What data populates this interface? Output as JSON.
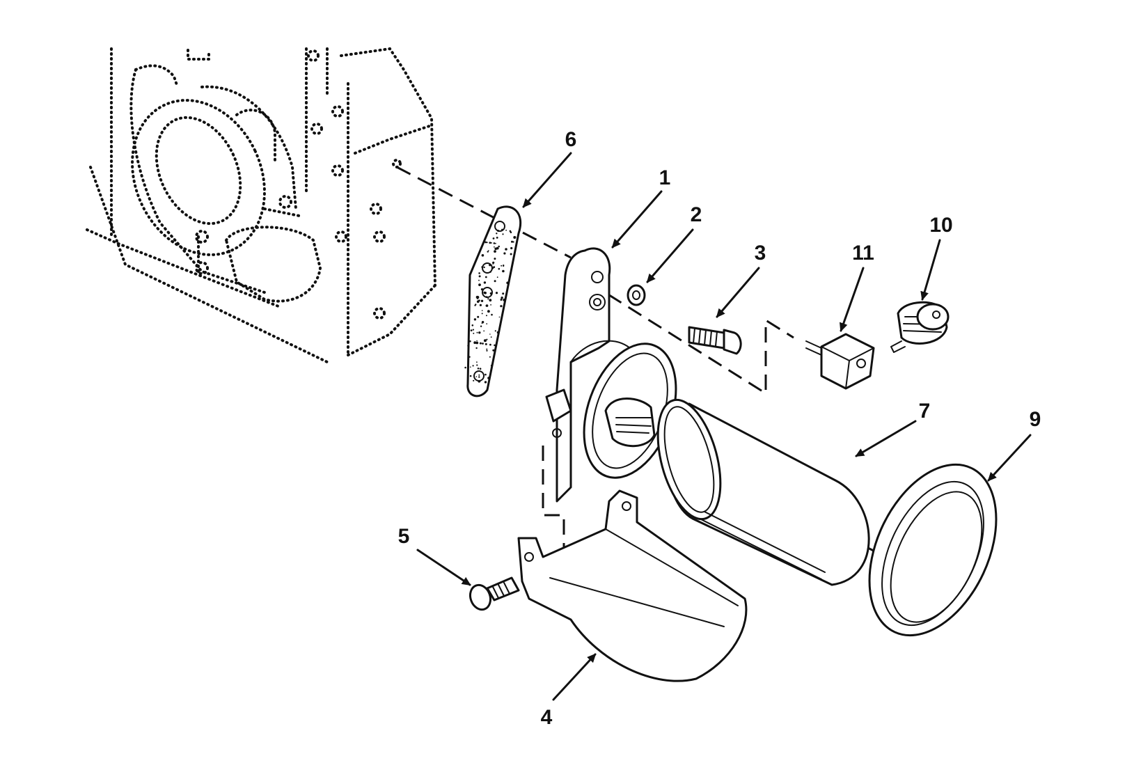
{
  "callouts": [
    {
      "id": "1",
      "label": "1"
    },
    {
      "id": "2",
      "label": "2"
    },
    {
      "id": "3",
      "label": "3"
    },
    {
      "id": "4",
      "label": "4"
    },
    {
      "id": "5",
      "label": "5"
    },
    {
      "id": "6",
      "label": "6"
    },
    {
      "id": "7",
      "label": "7"
    },
    {
      "id": "9",
      "label": "9"
    },
    {
      "id": "10",
      "label": "10"
    },
    {
      "id": "11",
      "label": "11"
    }
  ],
  "style": {
    "ink_color": "#111111",
    "background": "#ffffff"
  }
}
